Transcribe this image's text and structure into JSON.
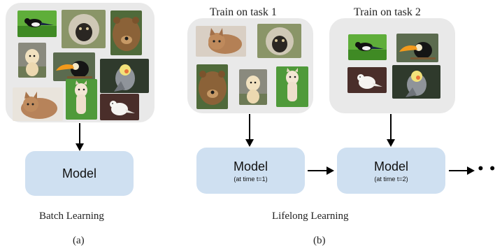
{
  "batch": {
    "model_label": "Model",
    "caption": "Batch Learning",
    "sub_label": "(a)"
  },
  "lifelong": {
    "task1_title": "Train on task 1",
    "task2_title": "Train on task 2",
    "model1_label": "Model",
    "model1_sub": "(at time t=1)",
    "model2_label": "Model",
    "model2_sub": "(at time t=2)",
    "continuation": "• • •",
    "caption": "Lifelong Learning",
    "sub_label": "(b)"
  },
  "colors": {
    "panel": "#e9e9e9",
    "model_box": "#cfe0f1",
    "arrow": "#000000"
  },
  "icons": {
    "magpie": "magpie-bird-photo",
    "monkey": "monkey-photo",
    "bear": "bear-photo",
    "puppy": "puppy-photo",
    "toucan": "toucan-photo",
    "cockatiel": "cockatiel-photo",
    "cat": "cat-photo",
    "alpaca": "alpaca-photo",
    "dove": "dove-photo"
  }
}
